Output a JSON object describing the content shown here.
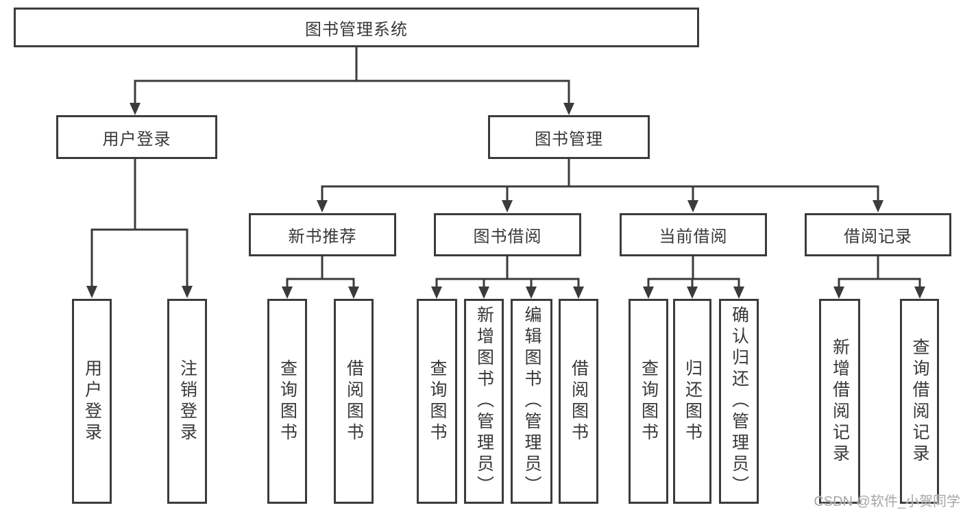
{
  "nodes": {
    "root": {
      "label": "图书管理系统"
    },
    "user_login": {
      "label": "用户登录"
    },
    "book_mgmt": {
      "label": "图书管理"
    },
    "new_books": {
      "label": "新书推荐"
    },
    "book_borrow": {
      "label": "图书借阅"
    },
    "current_borrow": {
      "label": "当前借阅"
    },
    "borrow_records": {
      "label": "借阅记录"
    }
  },
  "leaves": {
    "user_login": [
      "用户登录",
      "注销登录"
    ],
    "new_books": [
      "查询图书",
      "借阅图书"
    ],
    "book_borrow": [
      "查询图书",
      "新增图书（管理员）",
      "编辑图书（管理员）",
      "借阅图书"
    ],
    "current_borrow": [
      "查询图书",
      "归还图书",
      "确认归还（管理员）"
    ],
    "borrow_records": [
      "新增借阅记录",
      "查询借阅记录"
    ]
  },
  "watermark": {
    "text": "CSDN @软件_小贺同学"
  },
  "colors": {
    "line": "#3b3b3b",
    "text": "#383838",
    "watermark": "#a6a6a6",
    "background": "#ffffff"
  }
}
